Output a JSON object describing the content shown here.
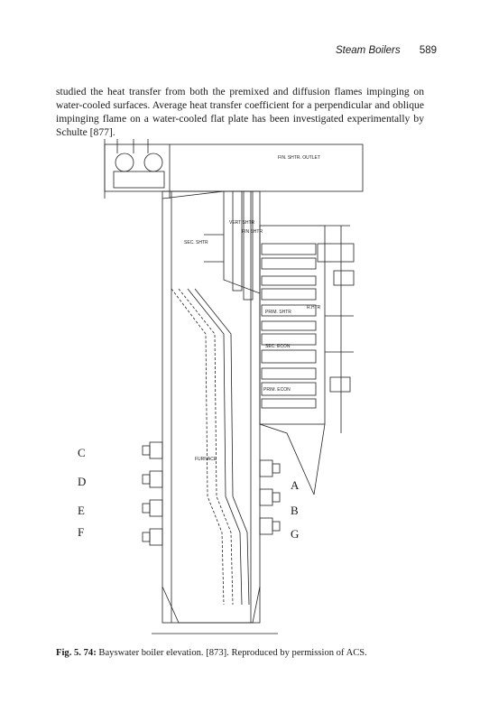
{
  "header": {
    "running_title": "Steam Boilers",
    "page_number": "589"
  },
  "body_text": "studied the heat transfer from both the premixed and diffusion flames impinging on water-cooled surfaces. Average heat transfer coefficient for a perpendicular and oblique impinging flame on a water-cooled flat plate has been investigated experimentally by Schulte [877].",
  "figure": {
    "labels": {
      "fin_shtr_outlet": "FIN. SHTR. OUTLET",
      "sec_shtr": "SEC. SHTR",
      "vert_shtr": "VERT SHTR",
      "fin_shtr": "FIN SHTR",
      "reheater": "R.HTR",
      "prim_shtr": "PRIM. SHTR",
      "sec_econ": "SEC. ECON",
      "prim_econ": "PRIM. ECON",
      "furnace": "FURNACE"
    },
    "burner_labels_left": [
      "C",
      "D",
      "E",
      "F"
    ],
    "burner_labels_right": [
      "A",
      "B",
      "G"
    ]
  },
  "caption": {
    "label": "Fig. 5. 74:",
    "text": " Bayswater boiler elevation. [873]. Reproduced by permission of ACS."
  }
}
